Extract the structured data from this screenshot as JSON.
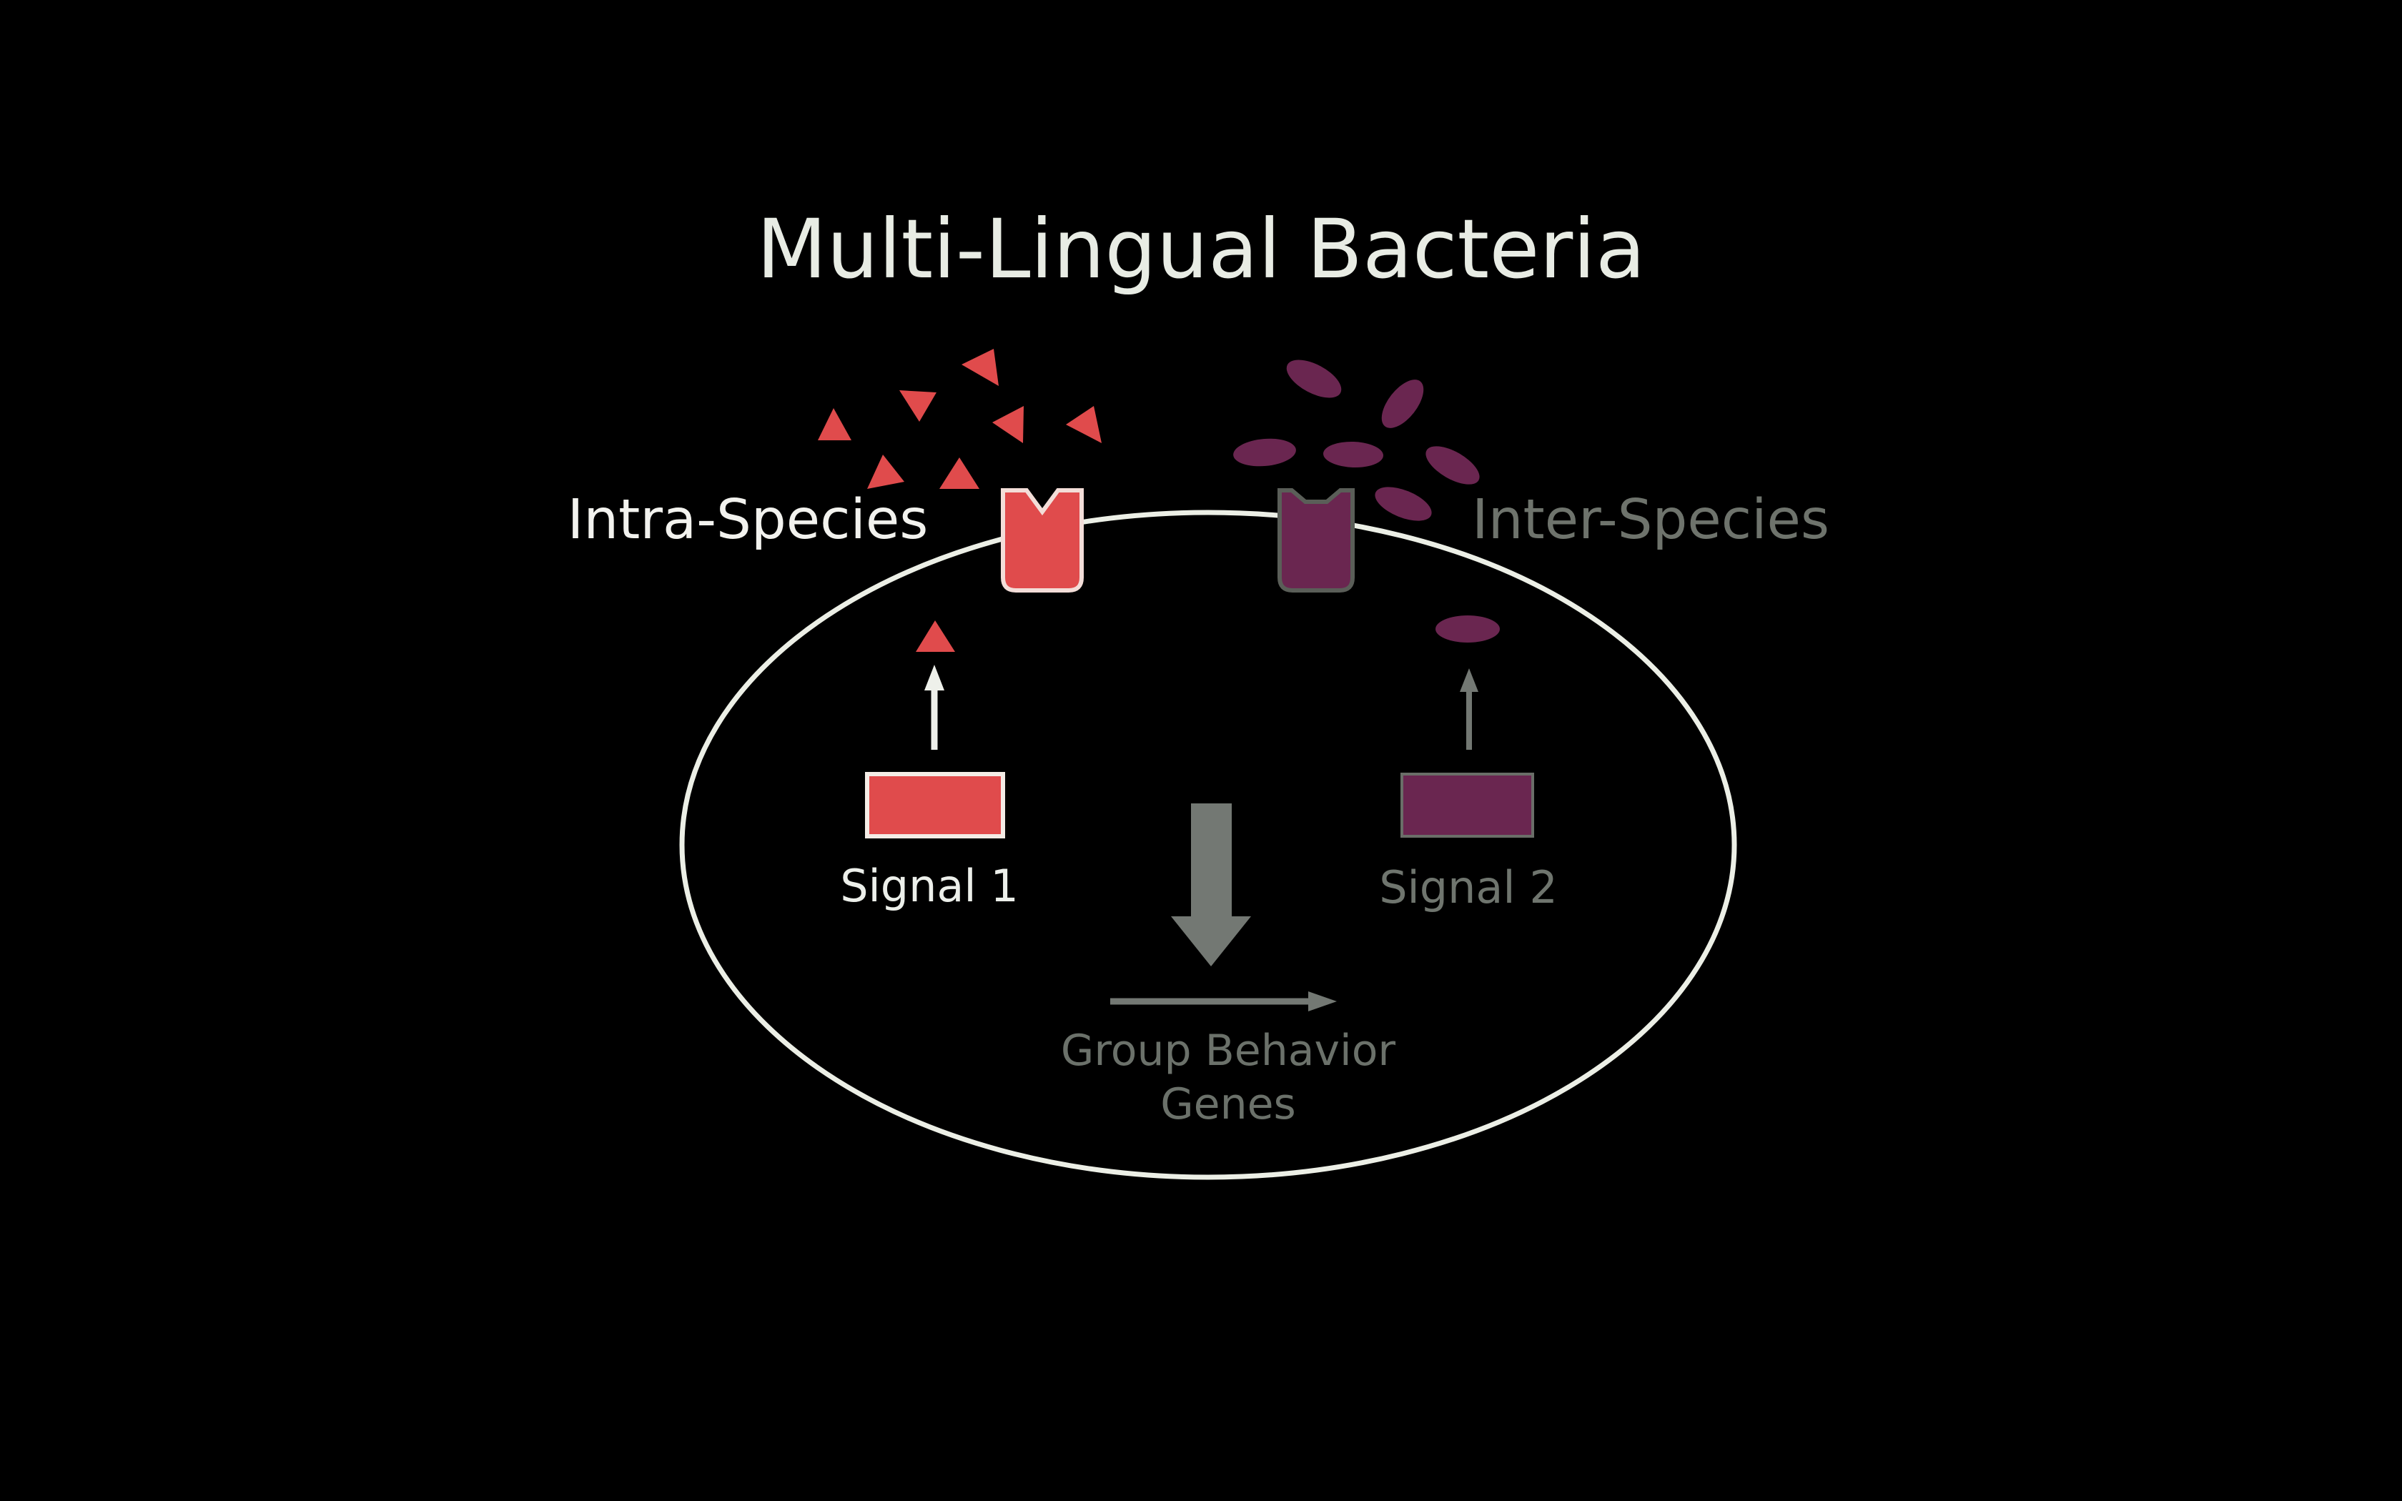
{
  "title": "Multi-Lingual Bacteria",
  "labels": {
    "intra_species": "Intra-Species",
    "inter_species": "Inter-Species",
    "signal_1": "Signal 1",
    "signal_2": "Signal 2",
    "genes_line1": "Group Behavior",
    "genes_line2": "Genes"
  },
  "colors": {
    "background": "#000000",
    "title": "#e8ece4",
    "intra_label": "#f2f2ee",
    "inter_label": "#6e736c",
    "signal_1_label": "#ecefea",
    "signal_2_label": "#6f756e",
    "genes_label": "#6b716a",
    "cell_outline": "#ecefe6",
    "red_signal": "#e04b4c",
    "purple_signal": "#6a2650",
    "gray_arrow": "#737873",
    "white_arrow": "#eef0ea"
  },
  "icons": {
    "red_signal_molecule": "triangle",
    "purple_signal_molecule": "ellipse",
    "receptor": "notched-cup"
  }
}
